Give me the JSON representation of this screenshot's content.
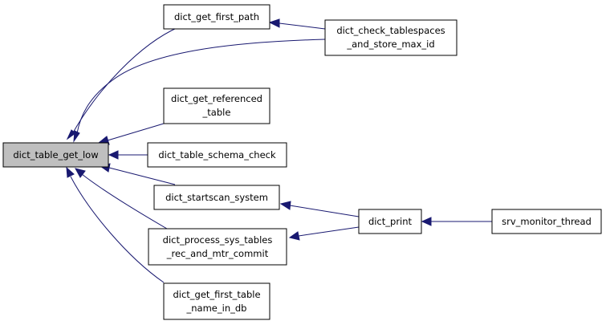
{
  "nodes": {
    "dict_table_get_low": [
      "dict_table_get_low"
    ],
    "dict_get_first_path": [
      "dict_get_first_path"
    ],
    "dict_check_tablespaces": [
      "dict_check_tablespaces",
      "_and_store_max_id"
    ],
    "dict_get_referenced_table": [
      "dict_get_referenced",
      "_table"
    ],
    "dict_table_schema_check": [
      "dict_table_schema_check"
    ],
    "dict_startscan_system": [
      "dict_startscan_system"
    ],
    "dict_process_sys_tables": [
      "dict_process_sys_tables",
      "_rec_and_mtr_commit"
    ],
    "dict_get_first_table_name": [
      "dict_get_first_table",
      "_name_in_db"
    ],
    "dict_print": [
      "dict_print"
    ],
    "srv_monitor_thread": [
      "srv_monitor_thread"
    ]
  },
  "edges": [
    {
      "from": "dict_get_first_path",
      "to": "dict_table_get_low"
    },
    {
      "from": "dict_check_tablespaces",
      "to": "dict_table_get_low"
    },
    {
      "from": "dict_check_tablespaces",
      "to": "dict_get_first_path"
    },
    {
      "from": "dict_get_referenced_table",
      "to": "dict_table_get_low"
    },
    {
      "from": "dict_table_schema_check",
      "to": "dict_table_get_low"
    },
    {
      "from": "dict_startscan_system",
      "to": "dict_table_get_low"
    },
    {
      "from": "dict_process_sys_tables",
      "to": "dict_table_get_low"
    },
    {
      "from": "dict_get_first_table_name",
      "to": "dict_table_get_low"
    },
    {
      "from": "dict_print",
      "to": "dict_startscan_system"
    },
    {
      "from": "dict_print",
      "to": "dict_process_sys_tables"
    },
    {
      "from": "srv_monitor_thread",
      "to": "dict_print"
    }
  ],
  "colors": {
    "edge": "#191970",
    "root_fill": "#bfbfbf",
    "node_fill": "#ffffff",
    "node_stroke": "#000000"
  }
}
